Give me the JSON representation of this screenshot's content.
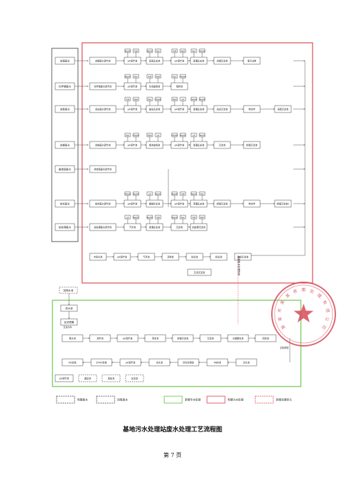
{
  "colors": {
    "line": "#333333",
    "red": "#d9383f",
    "green": "#5fbf3c",
    "grey": "#999999",
    "stamp": "#d64553"
  },
  "stamp": {
    "text": "某某市某某表面处理有限公司",
    "icon": "star-icon"
  },
  "lines": [
    {
      "label": "含铬废水",
      "steps": [
        "含铬废水调节池",
        "pH调节池",
        "还原反应池",
        "pH调节池",
        "絮凝反应池",
        "含铬沉淀池",
        "离子交换"
      ]
    },
    {
      "label": "化学镍废水",
      "steps": [
        "化学镍废水调节池",
        "pH调节池",
        "氧化破络池",
        "吸附池"
      ]
    },
    {
      "label": "含氰废水",
      "steps": [
        "含氰废水调节池",
        "pH调节池",
        "破氰反应池",
        "pH调节池",
        "絮凝反应池",
        "含氰沉淀池",
        "电化学",
        "深度沉淀池"
      ]
    },
    {
      "label": "含镍废水",
      "steps": [
        "含镍废水调节池",
        "pH调节池",
        "螯合破络池",
        "pH调节池",
        "絮凝反应池",
        "沉淀池",
        "斜管沉淀池"
      ]
    },
    {
      "label": "重金属废水",
      "steps": [
        "重金属废水调节池"
      ]
    },
    {
      "label": "综合废水",
      "steps": [
        "综合废水调节池",
        "pH调节池",
        "微碱氧化池",
        "pH调节池",
        "混凝反应池",
        "斜管沉淀池",
        "电化学",
        "斜管沉淀池2"
      ]
    },
    {
      "label": "前处理废水",
      "steps": [
        "前处理废水调节池",
        "气浮池",
        "絮凝反应池",
        "沉淀池",
        "前处理沉淀池"
      ]
    }
  ],
  "reuse_row": [
    "中间水池",
    "pH调节池",
    "气浮池",
    "活性炭",
    "砂滤池",
    "精滤池",
    "生化沉淀池"
  ],
  "reagents": [
    "pH",
    "NaOH",
    "NaClO",
    "FSE",
    "PAC",
    "PAM",
    "H2SO4"
  ],
  "vertical_label": "电镀废水处理系统",
  "green_section": {
    "top": [
      "回用水池",
      "浓水池",
      "反渗透膜"
    ],
    "row1": [
      "集水池",
      "调节池",
      "pH调节池",
      "混合池",
      "斜管沉淀池",
      "沉淀池",
      "水解酸化池",
      "回流池"
    ],
    "row2": [
      "RO系统",
      "DTRO系统",
      "pH调节池",
      "浓水池",
      "好氧生物池",
      "MBR池",
      "清水池"
    ],
    "row3": [
      "pH调节池",
      "超滤池",
      "蒸发池",
      "出泥池"
    ],
    "note_left": "生活污水",
    "note_right": "达标排放"
  },
  "legend": [
    {
      "label": "电镀废水",
      "style": "dash-black"
    },
    {
      "label": "回收废水",
      "style": "dash-black"
    },
    {
      "label": "新增中水处理",
      "style": "solid-green"
    },
    {
      "label": "电镀污水处理",
      "style": "solid-red"
    },
    {
      "label": "新增处理单元",
      "style": "dash-red"
    }
  ],
  "caption": "基地污水处理站废水处理工艺流程图",
  "page_label": "第 7 页"
}
